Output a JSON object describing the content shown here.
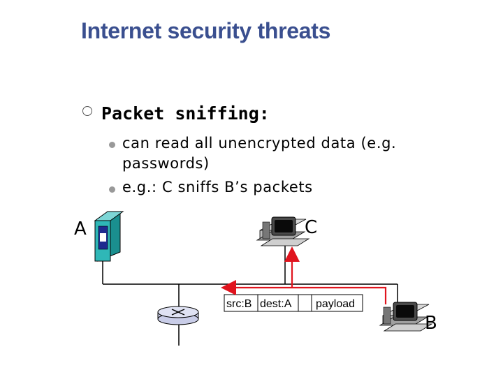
{
  "slide": {
    "title": "Internet security threats",
    "heading": "Packet sniffing:",
    "bullets": [
      "can read all unencrypted data (e.g. passwords)",
      "e.g.: C sniffs B’s packets"
    ],
    "bullet_lines": [
      "can read all unencrypted data (e.g.",
      "passwords)",
      "e.g.: C sniffs B’s packets"
    ]
  },
  "diagram": {
    "hosts": [
      {
        "label": "A",
        "icon": "server-icon"
      },
      {
        "label": "C",
        "icon": "desktop-computer-icon"
      },
      {
        "label": "B",
        "icon": "desktop-computer-icon"
      }
    ],
    "router_icon": "router-icon",
    "packet": {
      "fields": [
        "src:B",
        "dest:A",
        "payload"
      ]
    },
    "colors": {
      "title": "#3a4f8f",
      "sniff_arrow": "#e0141e",
      "server_body": "#2fb7b7",
      "router_body": "#c9cde8"
    }
  }
}
